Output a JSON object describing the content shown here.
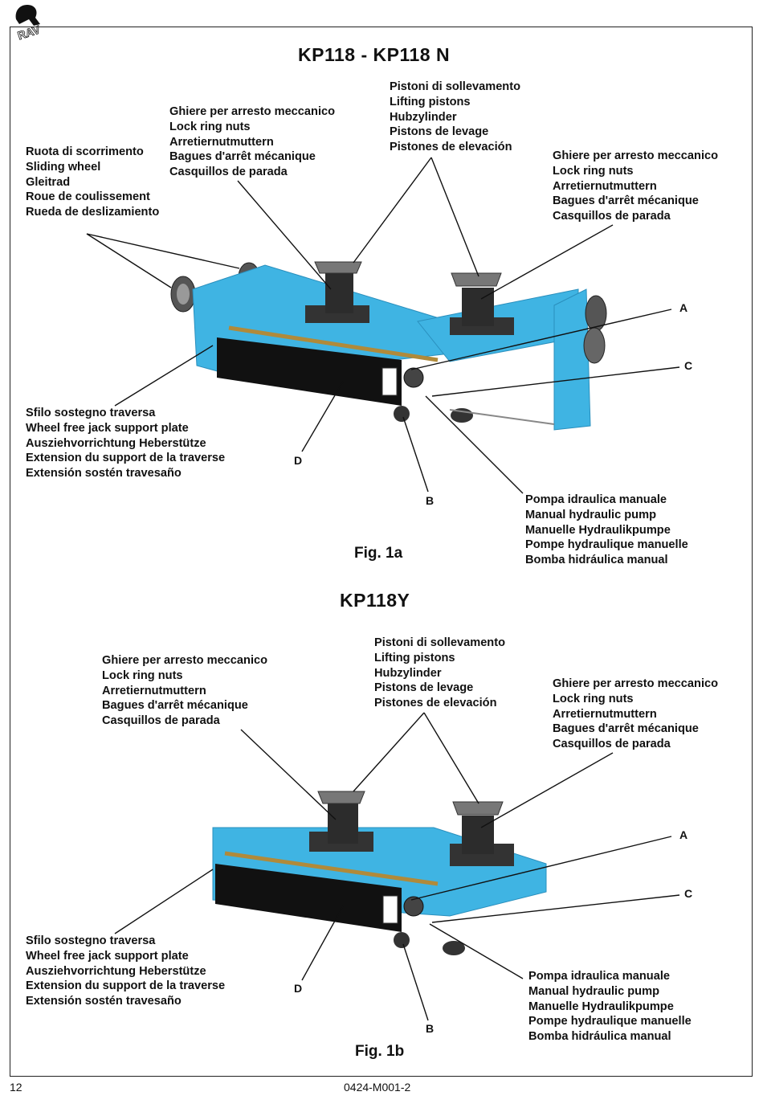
{
  "logo_text": "RAV",
  "fig1": {
    "title": "KP118 - KP118 N",
    "caption": "Fig. 1a",
    "sliding_wheel": [
      "Ruota di scorrimento",
      "Sliding wheel",
      "Gleitrad",
      "Roue de coulissement",
      "Rueda de deslizamiento"
    ],
    "lock_ring_left": [
      "Ghiere per arresto meccanico",
      "Lock ring nuts",
      "Arretiernutmuttern",
      "Bagues d'arrêt mécanique",
      "Casquillos de parada"
    ],
    "lifting_pistons": [
      "Pistoni di sollevamento",
      "Lifting pistons",
      "Hubzylinder",
      "Pistons de levage",
      "Pistones de elevación"
    ],
    "lock_ring_right": [
      "Ghiere per arresto meccanico",
      "Lock ring nuts",
      "Arretiernutmuttern",
      "Bagues d'arrêt mécanique",
      "Casquillos de parada"
    ],
    "extension": [
      "Sfilo sostegno traversa",
      "Wheel free jack support plate",
      "Ausziehvorrichtung Heberstütze",
      "Extension du support de la traverse",
      "Extensión sostén travesaño"
    ],
    "pump": [
      "Pompa idraulica manuale",
      "Manual hydraulic pump",
      "Manuelle Hydraulikpumpe",
      "Pompe hydraulique manuelle",
      "Bomba hidráulica manual"
    ],
    "letters": {
      "a": "A",
      "b": "B",
      "c": "C",
      "d": "D"
    }
  },
  "fig2": {
    "title": "KP118Y",
    "caption": "Fig. 1b",
    "lock_ring_left": [
      "Ghiere per arresto meccanico",
      "Lock ring nuts",
      "Arretiernutmuttern",
      "Bagues d'arrêt mécanique",
      "Casquillos de parada"
    ],
    "lifting_pistons": [
      "Pistoni di sollevamento",
      "Lifting pistons",
      "Hubzylinder",
      "Pistons de levage",
      "Pistones de elevación"
    ],
    "lock_ring_right": [
      "Ghiere per arresto meccanico",
      "Lock ring nuts",
      "Arretiernutmuttern",
      "Bagues d'arrêt mécanique",
      "Casquillos de parada"
    ],
    "extension": [
      "Sfilo sostegno traversa",
      "Wheel free jack support plate",
      "Ausziehvorrichtung Heberstütze",
      "Extension du support de la traverse",
      "Extensión sostén travesaño"
    ],
    "pump": [
      "Pompa idraulica manuale",
      "Manual hydraulic pump",
      "Manuelle Hydraulikpumpe",
      "Pompe hydraulique manuelle",
      "Bomba hidráulica manual"
    ],
    "letters": {
      "a": "A",
      "b": "B",
      "c": "C",
      "d": "D"
    }
  },
  "footer": {
    "page_number": "12",
    "doc_code": "0424-M001-2"
  },
  "colors": {
    "frame_blue": "#3fb4e3",
    "frame_blue_dark": "#2a8fbd",
    "cylinder_dark": "#1a1a1a",
    "piston_gray": "#4a4a4a",
    "rod_brass": "#b08a3a"
  }
}
